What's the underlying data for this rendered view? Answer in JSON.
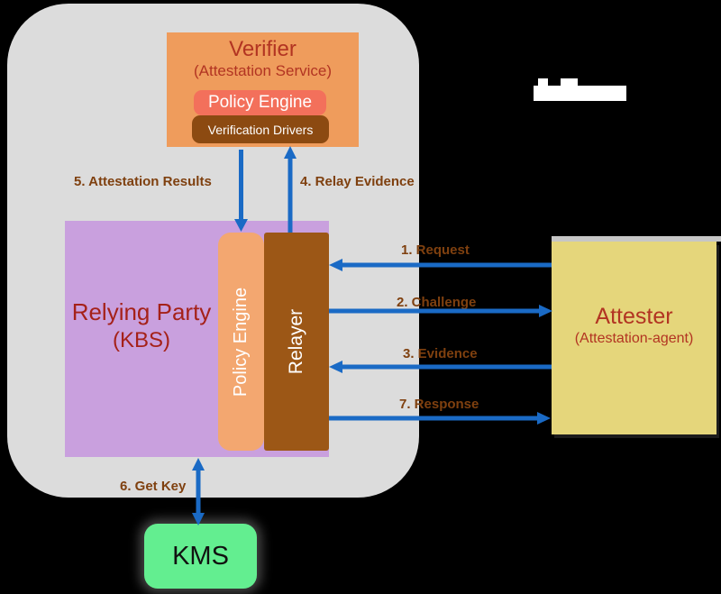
{
  "diagram": {
    "verifier": {
      "title": "Verifier",
      "subtitle": "(Attestation Service)",
      "policy_engine_label": "Policy Engine",
      "verification_drivers_label": "Verification Drivers"
    },
    "relying_party": {
      "title": "Relying Party",
      "subtitle": "(KBS)",
      "policy_engine_label": "Policy Engine",
      "relayer_label": "Relayer"
    },
    "attester": {
      "title": "Attester",
      "subtitle": "(Attestation-agent)"
    },
    "kms": {
      "label": "KMS"
    },
    "flow_labels": {
      "attestation_results": "5. Attestation Results",
      "relay_evidence": "4. Relay Evidence",
      "request": "1. Request",
      "challenge": "2. Challenge",
      "evidence": "3. Evidence",
      "response": "7. Response",
      "get_key": "6. Get Key"
    },
    "colors": {
      "background": "#000000",
      "trust_zone": "#dcdcdc",
      "verifier_box": "#ef9c5c",
      "policy_engine_red": "#f3705b",
      "verification_drivers": "#8c4a11",
      "relying_party_box": "#c9a0de",
      "policy_engine_orange": "#f3a770",
      "relayer": "#9c5716",
      "attester_box": "#e5d67b",
      "kms_box": "#63ee90",
      "arrow_blue": "#1a6ac5",
      "label_brown": "#7f400f",
      "title_red": "#b23422",
      "rp_title_red": "#a52119"
    }
  }
}
